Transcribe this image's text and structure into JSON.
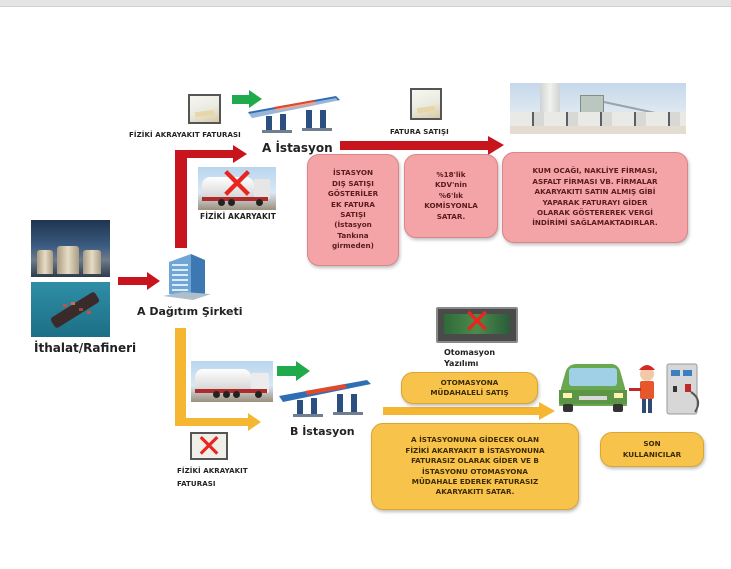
{
  "diagram": {
    "labels": {
      "source": "İthalat/Rafineri",
      "distributor": "A Dağıtım Şirketi",
      "station_a": "A İstasyon",
      "station_b": "B  İstasyon",
      "invoice_a": "FİZİKİ AKRAYAKIT FATURASI",
      "physical_fuel_a": "FİZİKİ AKARYAKIT",
      "invoice_sale": "FATURA SATIŞI",
      "automation_software": "Otomasyon\nYazılımı",
      "invoice_b": "FİZİKİ AKRAYAKIT\nFATURASI"
    },
    "boxes": {
      "red_1": "İSTASYON\nDIŞ SATIŞI\nGÖSTERİLER\nEK FATURA\nSATIŞI\n(İstasyon\nTankına\ngirmeden)",
      "red_2": "%18'lik\nKDV'nin\n%6'lık\nKOMİSYONLA\nSATAR.",
      "red_3": "KUM OCAĞI, NAKLİYE FİRMASI,\nASFALT FİRMASI VB. FİRMALAR\nAKARYAKITI SATIN ALMIŞ GİBİ\nYAPARAK FATURAYI GİDER\nOLARAK GÖSTEREREK VERGİ\nİNDİRİMİ SAĞLAMAKTADIRLAR.",
      "yellow_1": "OTOMASYONA\nMÜDAHALELİ SATIŞ",
      "yellow_2": "A İSTASYONUNA GİDECEK OLAN\nFİZİKİ AKARYAKIT B İSTASYONUNA\nFATURASIZ OLARAK GİDER VE B\nİSTASYONU OTOMASYONA\nMÜDAHALE EDEREK FATURASIZ\nAKARYAKITI SATAR.",
      "yellow_3": "SON\nKULLANICILAR"
    },
    "colors": {
      "red_arrow": "#c8141c",
      "yellow_arrow": "#f5b731",
      "green_arrow": "#1faa4b",
      "red_box": "#f4a3a6",
      "yellow_box": "#f7c34a"
    }
  }
}
